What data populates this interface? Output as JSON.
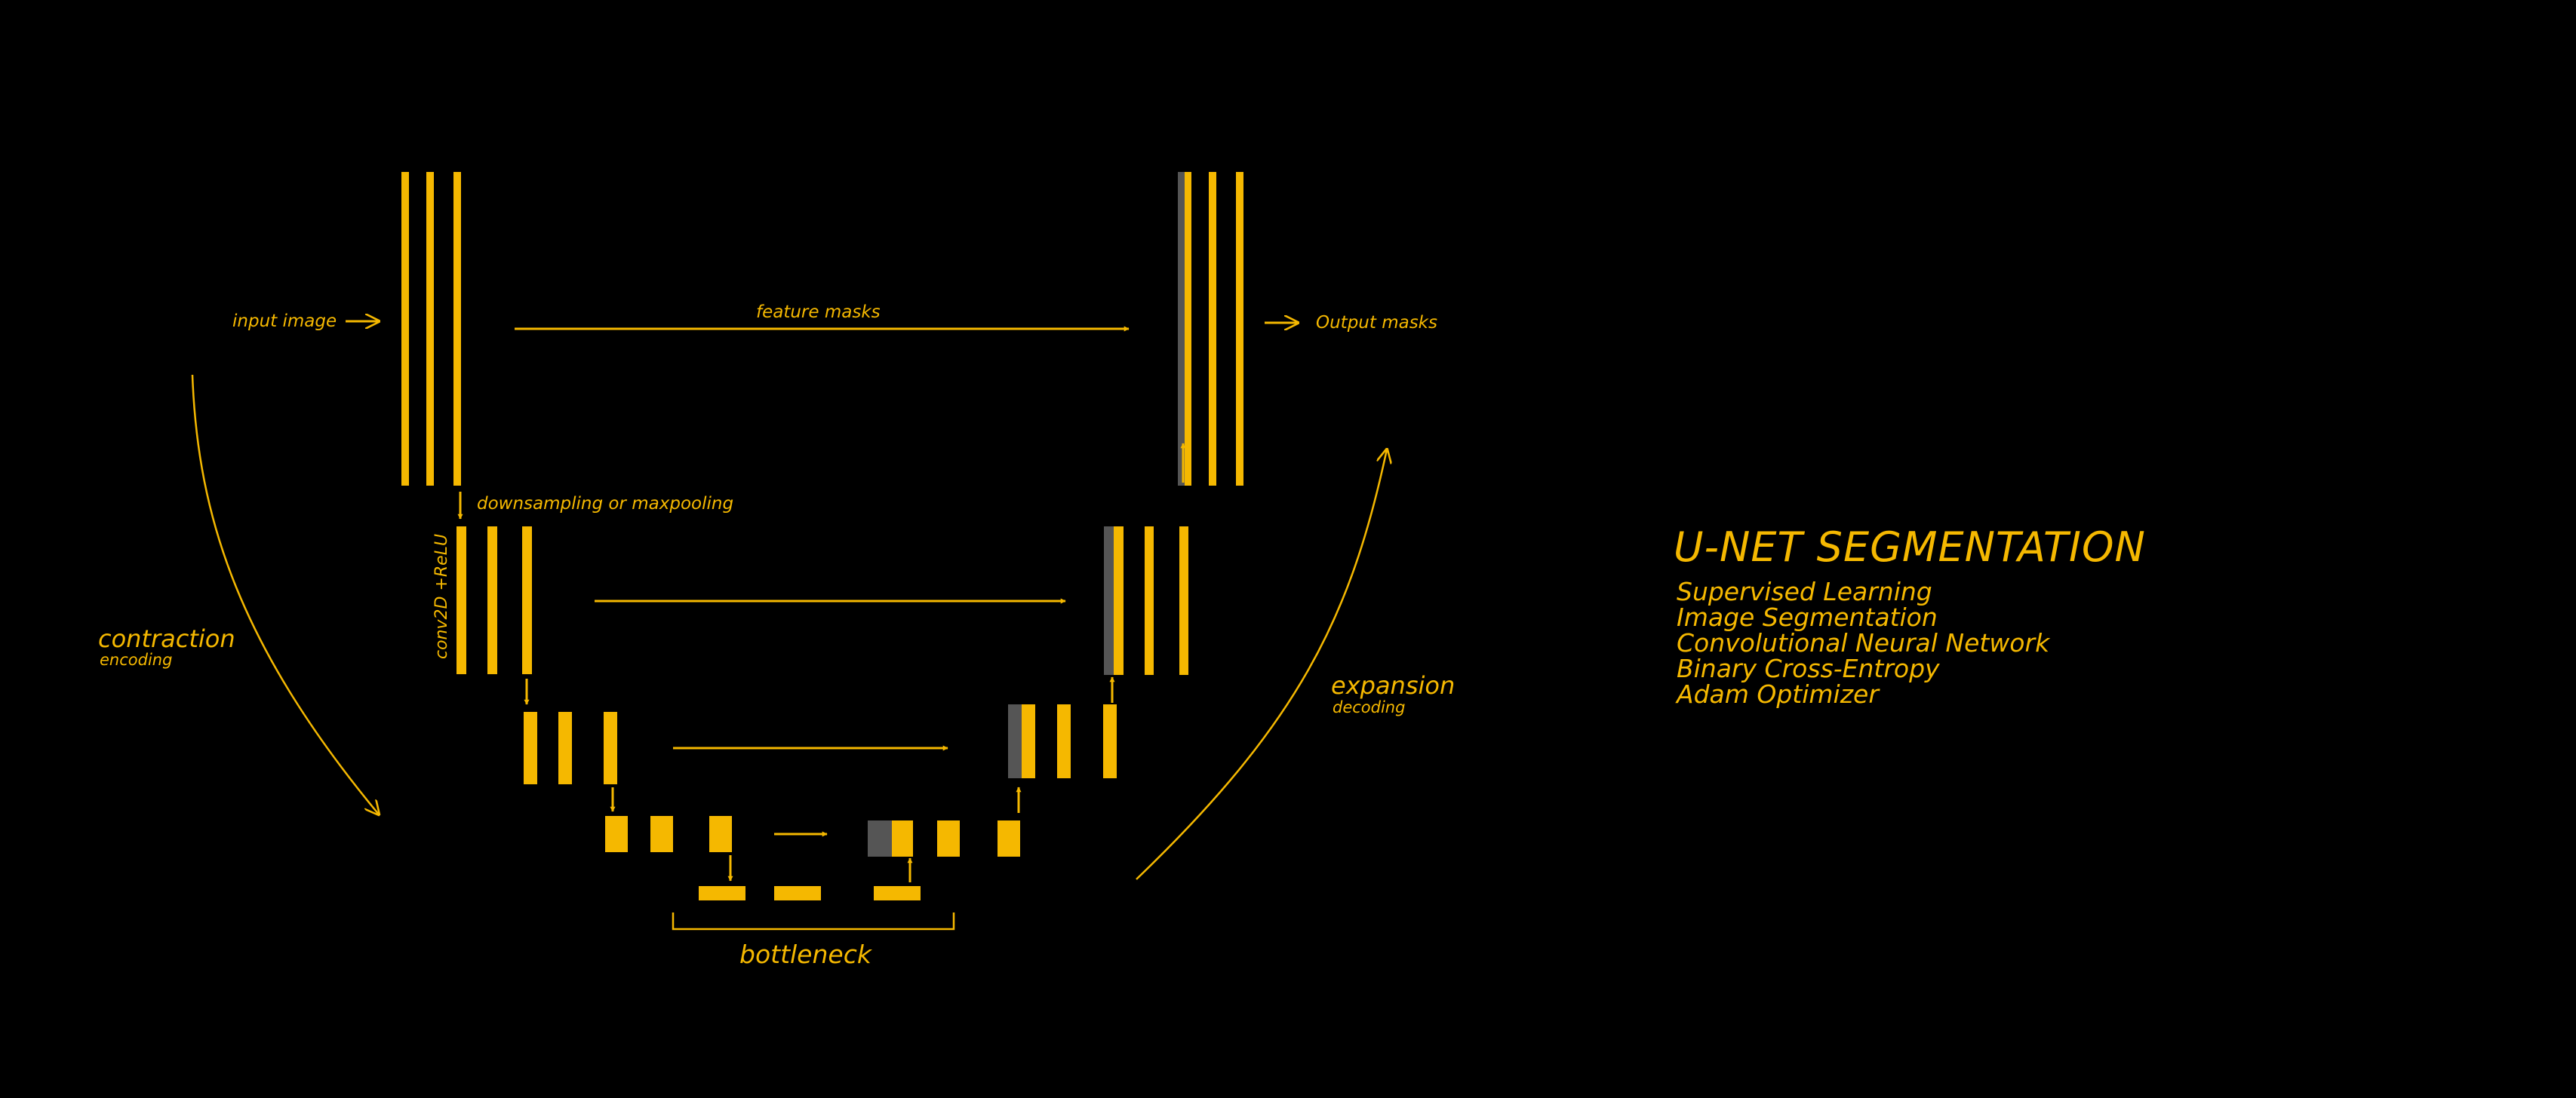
{
  "colors": {
    "background": "#000000",
    "accent": "#f5b800",
    "skip": "#555555"
  },
  "labels": {
    "input": "input image",
    "feature_masks": "feature masks",
    "output": "Output masks",
    "downsampling": "downsampling or maxpooling",
    "conv": "conv2D +ReLU",
    "contraction": "contraction",
    "encoding": "encoding",
    "expansion": "expansion",
    "decoding": "decoding",
    "bottleneck": "bottleneck"
  },
  "summary": {
    "title": "U-NET SEGMENTATION",
    "items": [
      "Supervised Learning",
      "Image Segmentation",
      "Convolutional Neural Network",
      "Binary Cross-Entropy",
      "Adam Optimizer"
    ]
  }
}
